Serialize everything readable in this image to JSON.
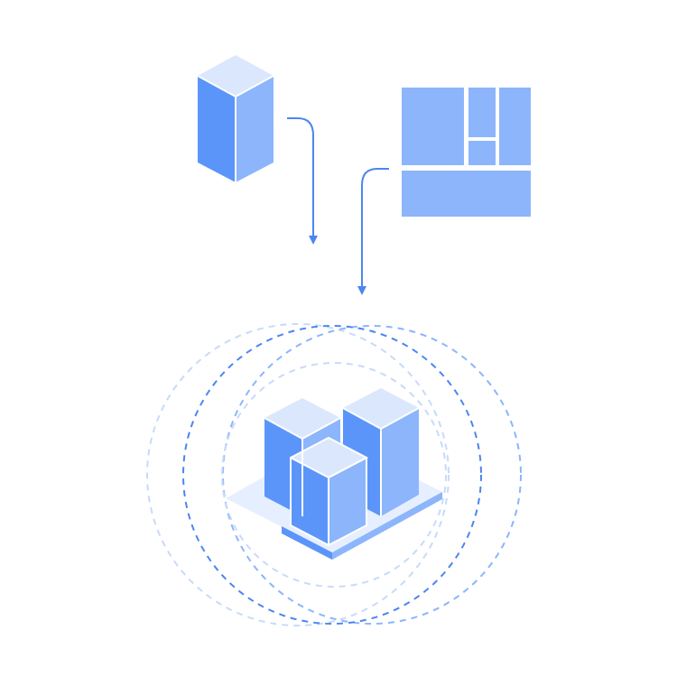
{
  "colors": {
    "background": "#ffffff",
    "dark_face": "#5b95fa",
    "mid_face": "#8cb5fb",
    "light_face": "#dbe7fc",
    "palest": "#e6efff",
    "accent_line": "#4b86f0",
    "ring_dark": "#4b86f0",
    "ring_mid": "#8cb5fb",
    "ring_light": "#c8dafb"
  },
  "icons": {
    "source_single": "isometric-server-block-icon",
    "source_multi": "partitioned-grid-icon",
    "target": "isometric-block-cluster-icon"
  },
  "connections": [
    {
      "from": "single-block",
      "to": "cluster"
    },
    {
      "from": "partitioned-grid",
      "to": "cluster"
    }
  ]
}
